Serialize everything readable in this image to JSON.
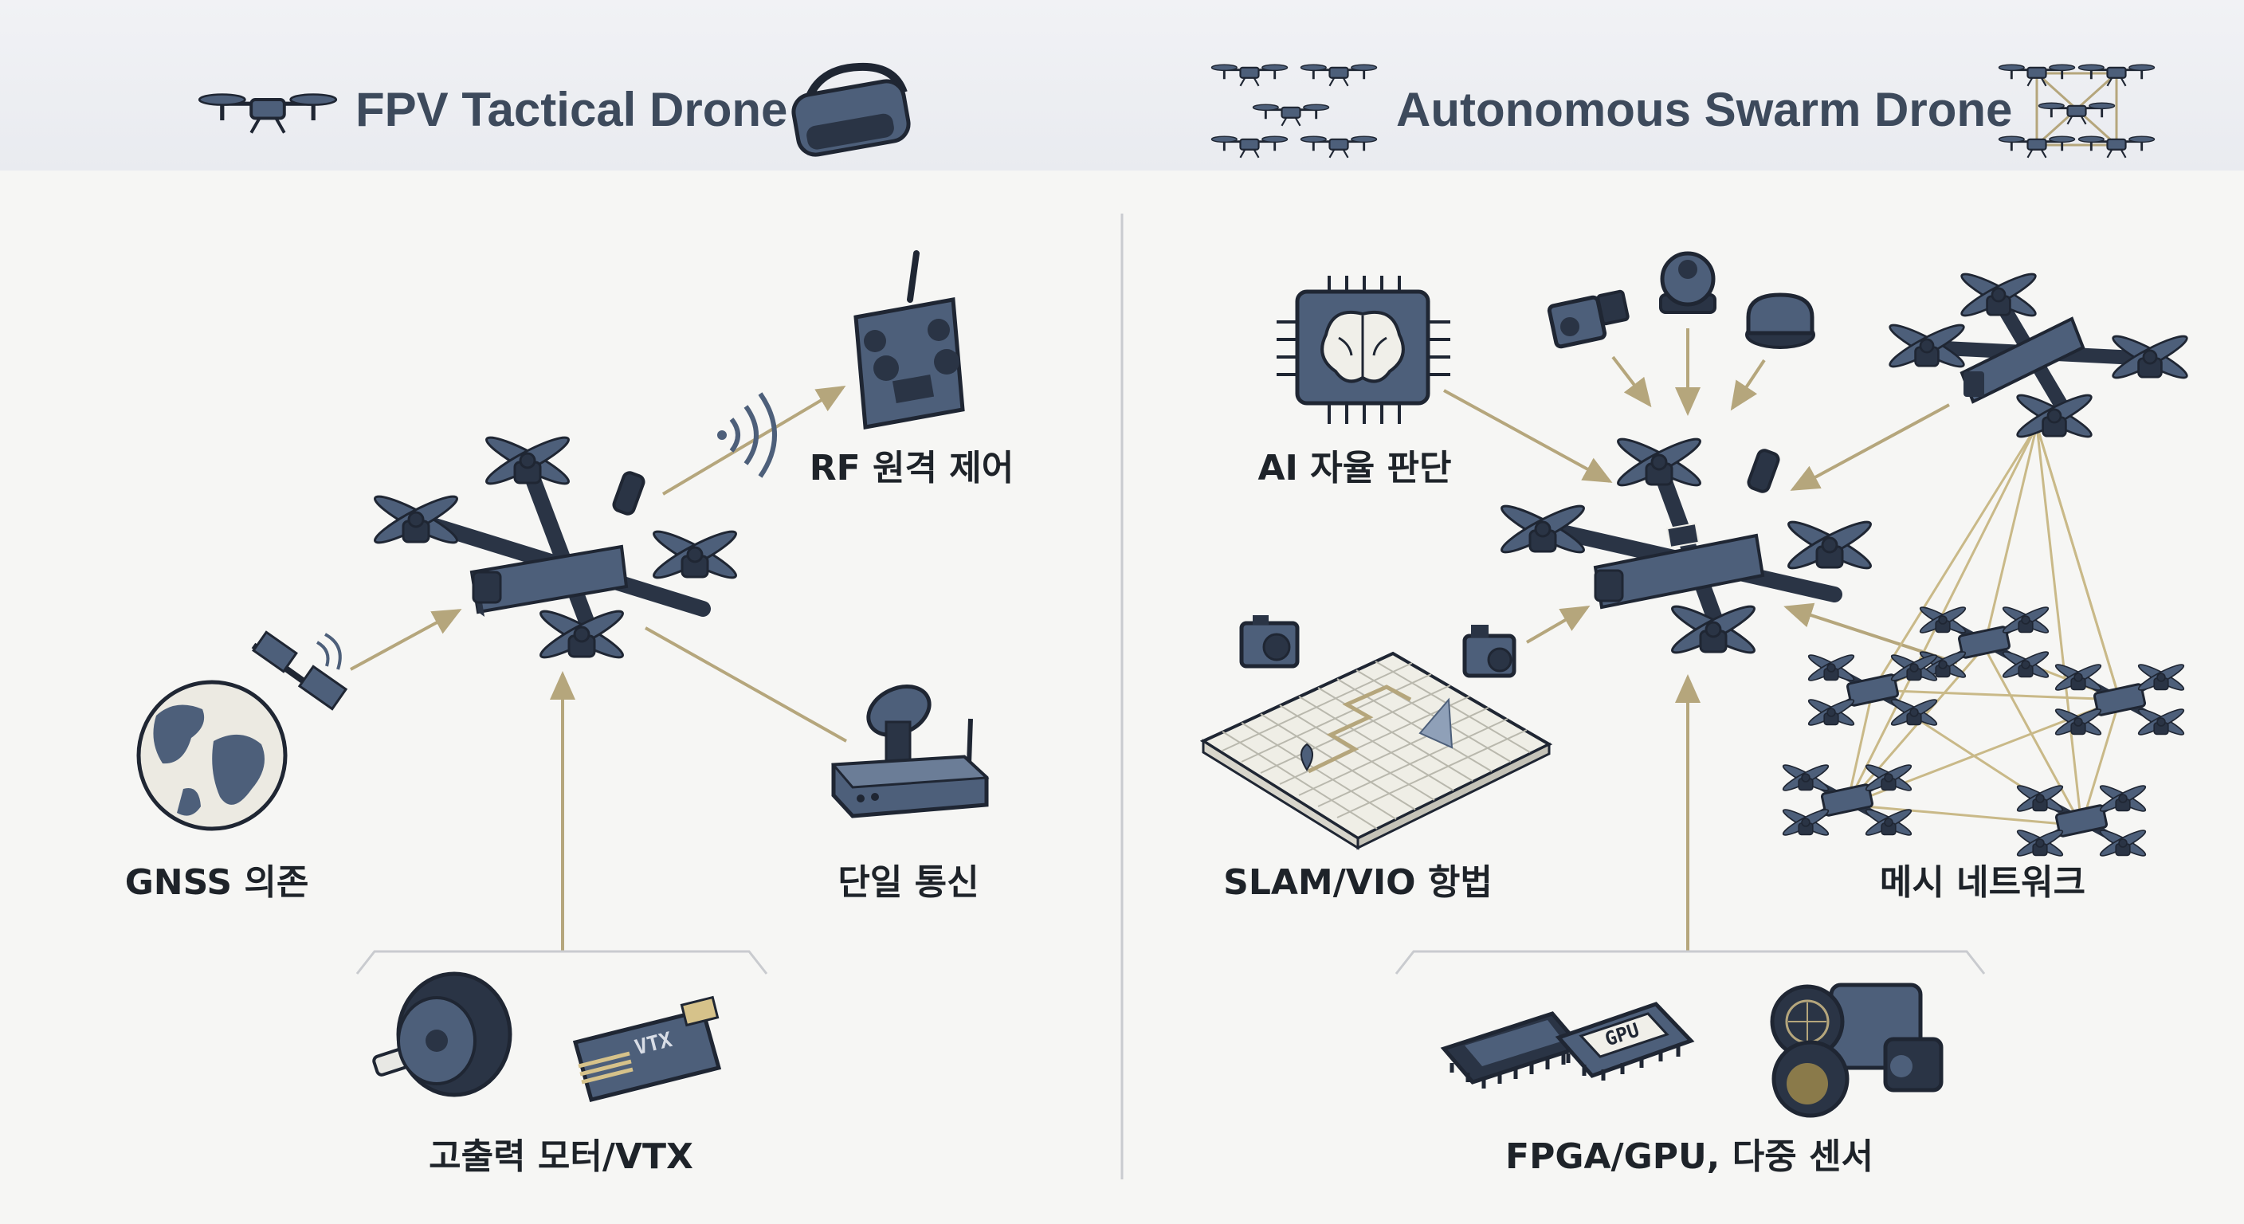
{
  "header": {
    "left_title": "FPV Tactical Drone",
    "right_title": "Autonomous Swarm Drone"
  },
  "fpv": {
    "rf_control": "RF 원격 제어",
    "gnss": "GNSS 의존",
    "single_comm": "단일 통신",
    "hardware": "고출력 모터/VTX",
    "vtx_chip": "VTX"
  },
  "swarm": {
    "ai_decision": "AI 자율 판단",
    "slam": "SLAM/VIO 항법",
    "mesh": "메시 네트워크",
    "hardware": "FPGA/GPU, 다중 센서",
    "gpu_chip": "GPU"
  },
  "colors": {
    "icon_fill": "#4d5f7a",
    "icon_dark": "#2a3445",
    "outline": "#1f2633",
    "arrow": "#b5a67c",
    "header_text": "#3d4a5c"
  }
}
